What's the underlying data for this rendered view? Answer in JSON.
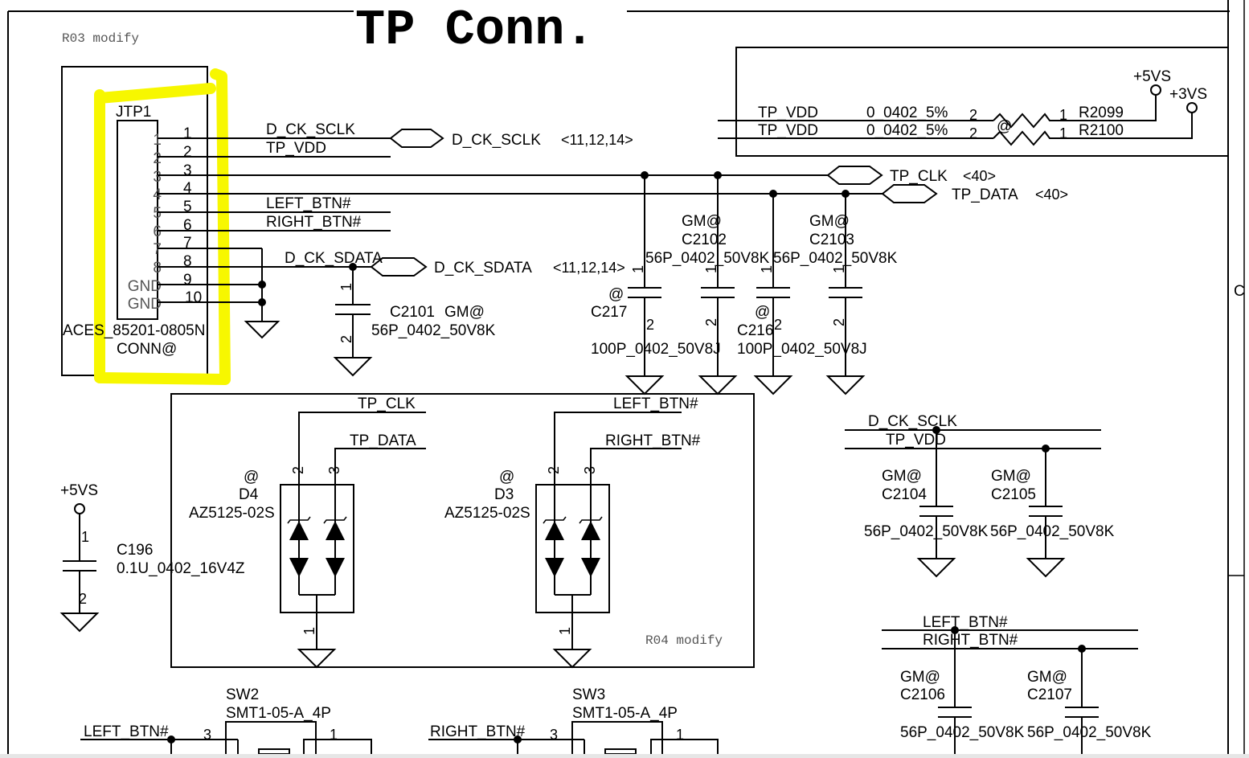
{
  "sheet": {
    "title": "TP Conn.",
    "notes": [
      "R03 modify",
      "R04 modify"
    ],
    "border_zone_label": "C",
    "highlight_color": "#f7f700"
  },
  "connector": {
    "ref": "JTP1",
    "part": "ACES_85201-0805N",
    "option": "CONN@",
    "inner_pin_labels": [
      "1",
      "2",
      "3",
      "4",
      "5",
      "6",
      "7",
      "8",
      "GND",
      "GND"
    ],
    "outer_pin_numbers": [
      "1",
      "2",
      "3",
      "4",
      "5",
      "6",
      "7",
      "8",
      "9",
      "10"
    ],
    "nets": [
      "D_CK_SCLK",
      "TP_VDD",
      "LEFT_BTN#",
      "RIGHT_BTN#",
      "D_CK_SDATA"
    ]
  },
  "offpage": [
    {
      "net": "D_CK_SCLK",
      "ref": "<11,12,14>"
    },
    {
      "net": "D_CK_SDATA",
      "ref": "<11,12,14>"
    },
    {
      "net": "TP_CLK",
      "ref": "<40>"
    },
    {
      "net": "TP_DATA",
      "ref": "<40>"
    }
  ],
  "power_select": {
    "resistors": [
      {
        "net": "TP_VDD",
        "value": "0_0402_5%",
        "pin_left": "2",
        "pin_right": "1",
        "ref": "R2099",
        "rail": "+5VS"
      },
      {
        "net": "TP_VDD",
        "value": "0_0402_5%",
        "pin_left": "2",
        "pin_right": "1",
        "ref": "R2100",
        "rail": "+3VS"
      }
    ],
    "option_mark": "@"
  },
  "capacitors": {
    "c2101": {
      "ref": "C2101",
      "option": "GM@",
      "value": "56P_0402_50V8K",
      "pin1": "1",
      "pin2": "2"
    },
    "c217": {
      "ref": "C217",
      "option": "@",
      "value": "100P_0402_50V8J",
      "pin1": "1",
      "pin2": "2"
    },
    "c2102": {
      "ref": "C2102",
      "option": "GM@",
      "value": "56P_0402_50V8K",
      "pin1": "1",
      "pin2": "2"
    },
    "c216": {
      "ref": "C216",
      "option": "@",
      "value": "100P_0402_50V8J",
      "pin1": "1",
      "pin2": "2"
    },
    "c2103": {
      "ref": "C2103",
      "option": "GM@",
      "value": "56P_0402_50V8K",
      "pin1": "1",
      "pin2": "2"
    },
    "c196": {
      "ref": "C196",
      "value": "0.1U_0402_16V4Z",
      "rail": "+5VS",
      "pin1": "1",
      "pin2": "2"
    },
    "c2104": {
      "ref": "C2104",
      "option": "GM@",
      "value": "56P_0402_50V8K"
    },
    "c2105": {
      "ref": "C2105",
      "option": "GM@",
      "value": "56P_0402_50V8K"
    },
    "c2106": {
      "ref": "C2106",
      "option": "GM@",
      "value": "56P_0402_50V8K"
    },
    "c2107": {
      "ref": "C2107",
      "option": "GM@",
      "value": "56P_0402_50V8K"
    }
  },
  "bus_labels": {
    "sclk_vdd": [
      "D_CK_SCLK",
      "TP_VDD"
    ],
    "buttons": [
      "LEFT_BTN#",
      "RIGHT_BTN#"
    ]
  },
  "tvs": [
    {
      "ref": "D4",
      "option": "@",
      "part": "AZ5125-02S",
      "net_a": "TP_CLK",
      "net_b": "TP_DATA",
      "pin_a": "2",
      "pin_b": "3",
      "pin_gnd": "1"
    },
    {
      "ref": "D3",
      "option": "@",
      "part": "AZ5125-02S",
      "net_a": "LEFT_BTN#",
      "net_b": "RIGHT_BTN#",
      "pin_a": "2",
      "pin_b": "3",
      "pin_gnd": "1"
    }
  ],
  "switches": [
    {
      "ref": "SW2",
      "part": "SMT1-05-A_4P",
      "net": "LEFT_BTN#",
      "pin_left": "3",
      "pin_right": "1"
    },
    {
      "ref": "SW3",
      "part": "SMT1-05-A_4P",
      "net": "RIGHT_BTN#",
      "pin_left": "3",
      "pin_right": "1"
    }
  ],
  "cap_bottom_row_values": [
    "56P_0402_50V8K",
    "56P_0402_50V8K"
  ]
}
